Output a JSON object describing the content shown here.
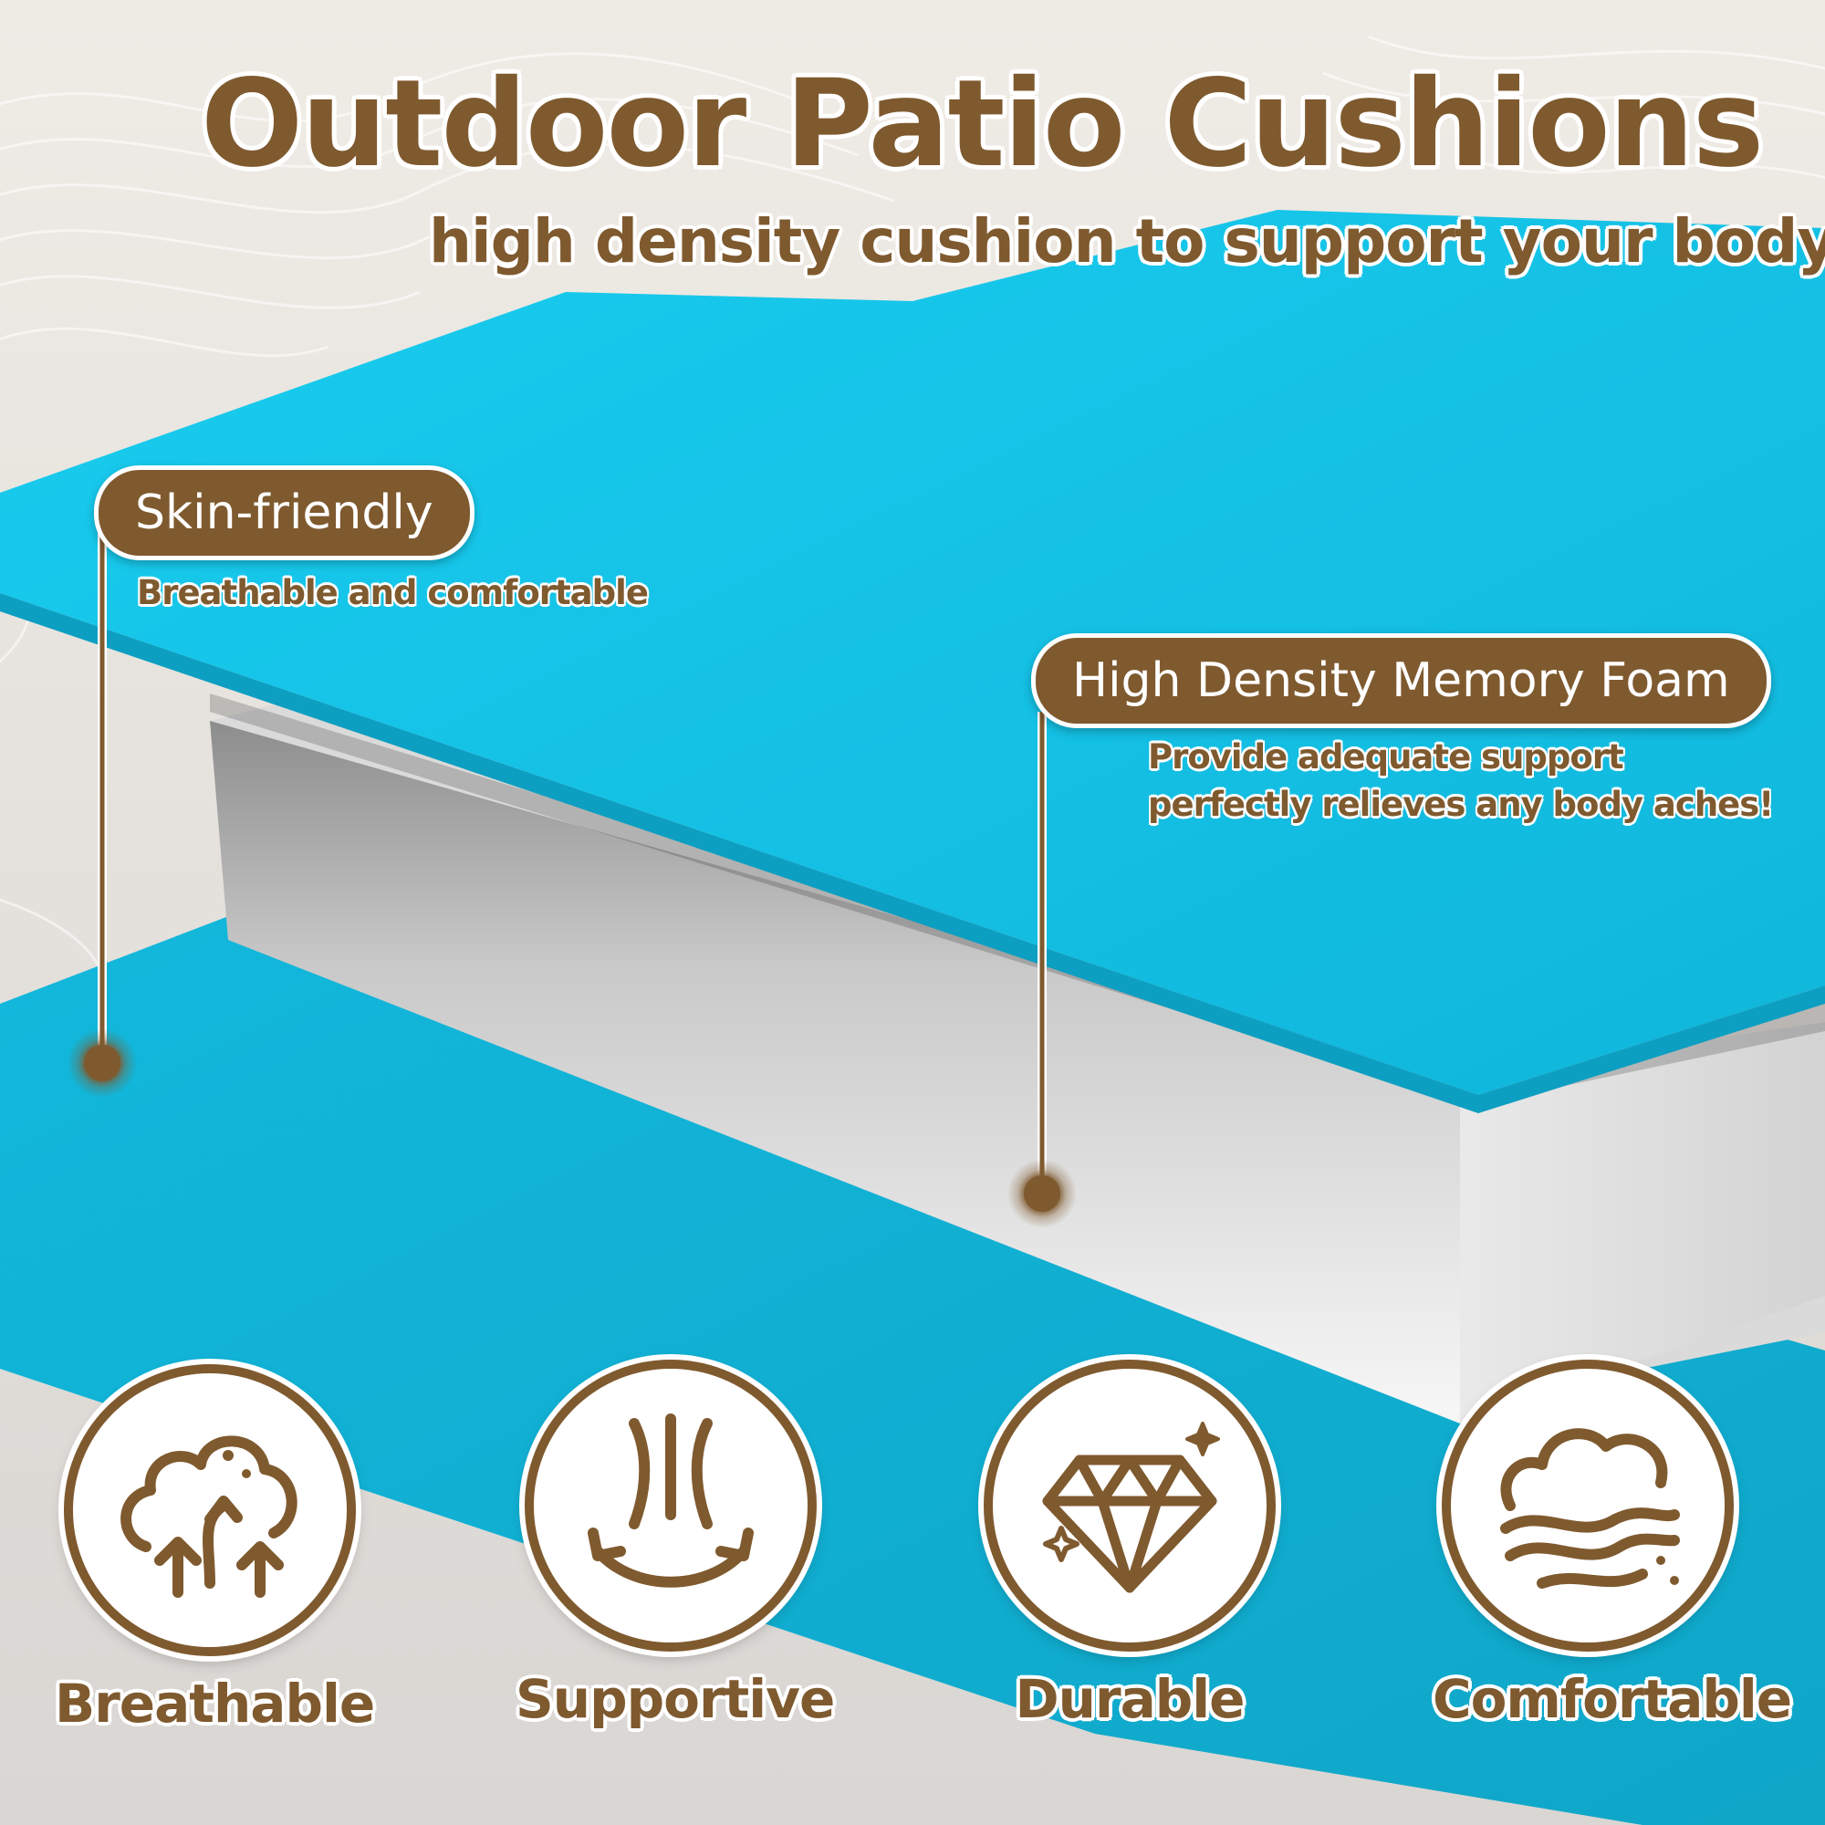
{
  "header": {
    "title": "Outdoor Patio Cushions",
    "subtitle": "high density cushion to support your body"
  },
  "callouts": {
    "skin": {
      "label": "Skin-friendly",
      "desc": "Breathable and comfortable"
    },
    "foam": {
      "label": "High Density Memory Foam",
      "desc_line1": "Provide adequate support",
      "desc_line2": "perfectly relieves any body aches!"
    }
  },
  "features": [
    {
      "label": "Breathable",
      "icon": "cotton-tree-arrows-icon"
    },
    {
      "label": "Supportive",
      "icon": "pressure-support-icon"
    },
    {
      "label": "Durable",
      "icon": "diamond-icon"
    },
    {
      "label": "Comfortable",
      "icon": "cloud-waves-icon"
    }
  ],
  "colors": {
    "brand_brown": "#7f5a2f",
    "fabric_blue": "#16c4e6",
    "background": "#ebe7e0"
  }
}
